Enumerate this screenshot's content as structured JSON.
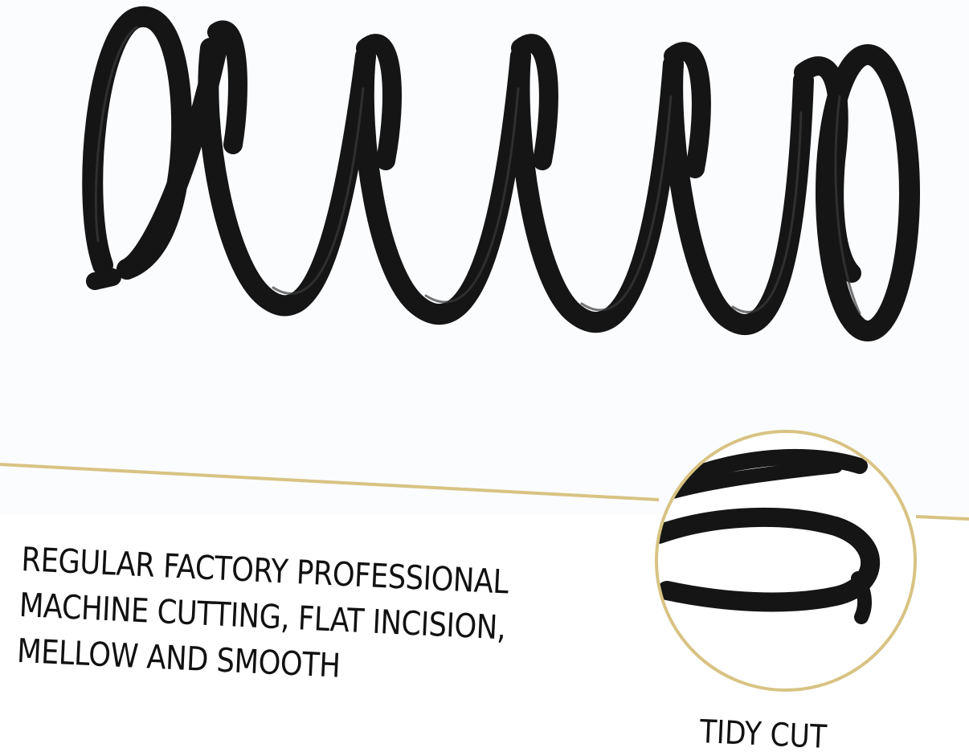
{
  "caption": {
    "line1": "REGULAR FACTORY PROFESSIONAL",
    "line2": "MACHINE CUTTING, FLAT INCISION,",
    "line3": "MELLOW AND SMOOTH"
  },
  "zoom": {
    "label": "TIDY CUT"
  },
  "colors": {
    "spring": "#151515",
    "accent_gold": "#d8c383",
    "top_background": "#fbfcfe",
    "text": "#111111"
  }
}
